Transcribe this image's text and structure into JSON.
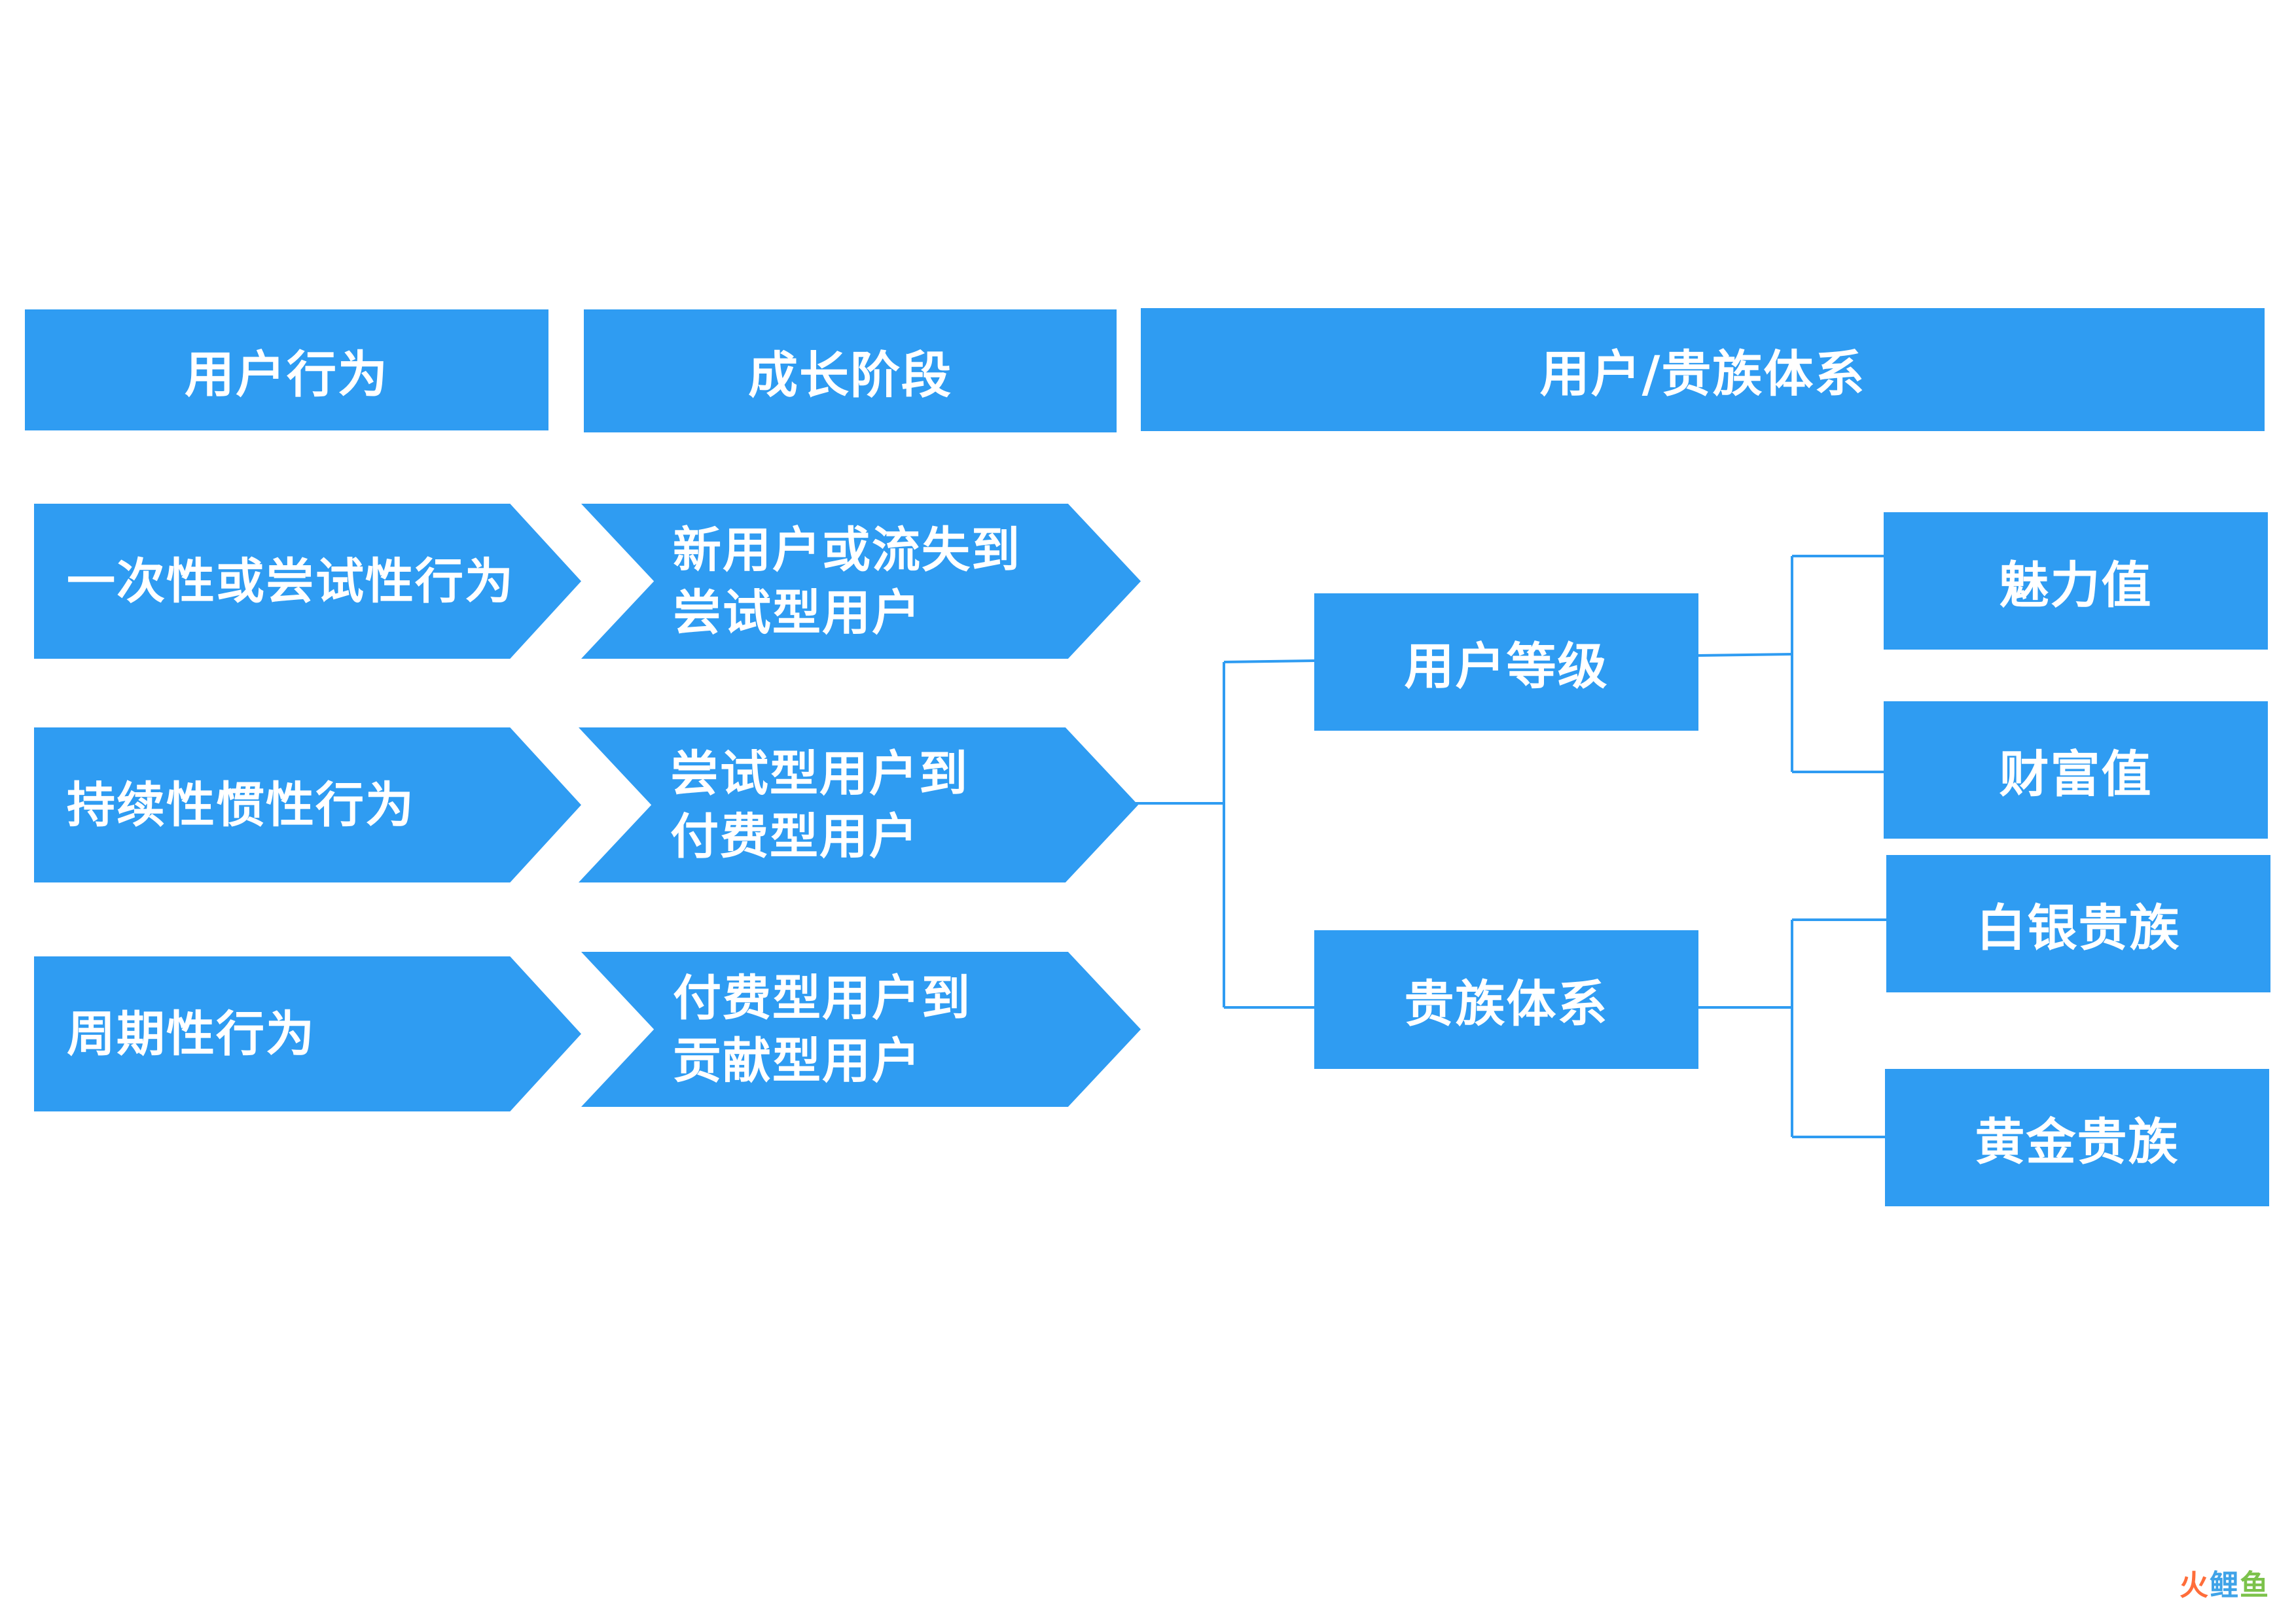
{
  "colors": {
    "box_fill": "#2f9cf2",
    "connector": "#2f9cf2",
    "text": "#ffffff"
  },
  "headers": {
    "user_behavior": "用户行为",
    "growth_stage": "成长阶段",
    "user_noble_system": "用户/贵族体系"
  },
  "behaviors": [
    "一次性或尝试性行为",
    "持续性惯性行为",
    "周期性行为"
  ],
  "stages": [
    "新用户或流失到\n尝试型用户",
    "尝试型用户到\n付费型用户",
    "付费型用户到\n贡献型用户"
  ],
  "systems": {
    "user_level": "用户等级",
    "noble_system": "贵族体系"
  },
  "attributes": {
    "charm_value": "魅力值",
    "wealth_value": "财富值",
    "silver_noble": "白银贵族",
    "gold_noble": "黄金贵族"
  },
  "watermark": [
    "火",
    "鲤",
    "鱼"
  ]
}
